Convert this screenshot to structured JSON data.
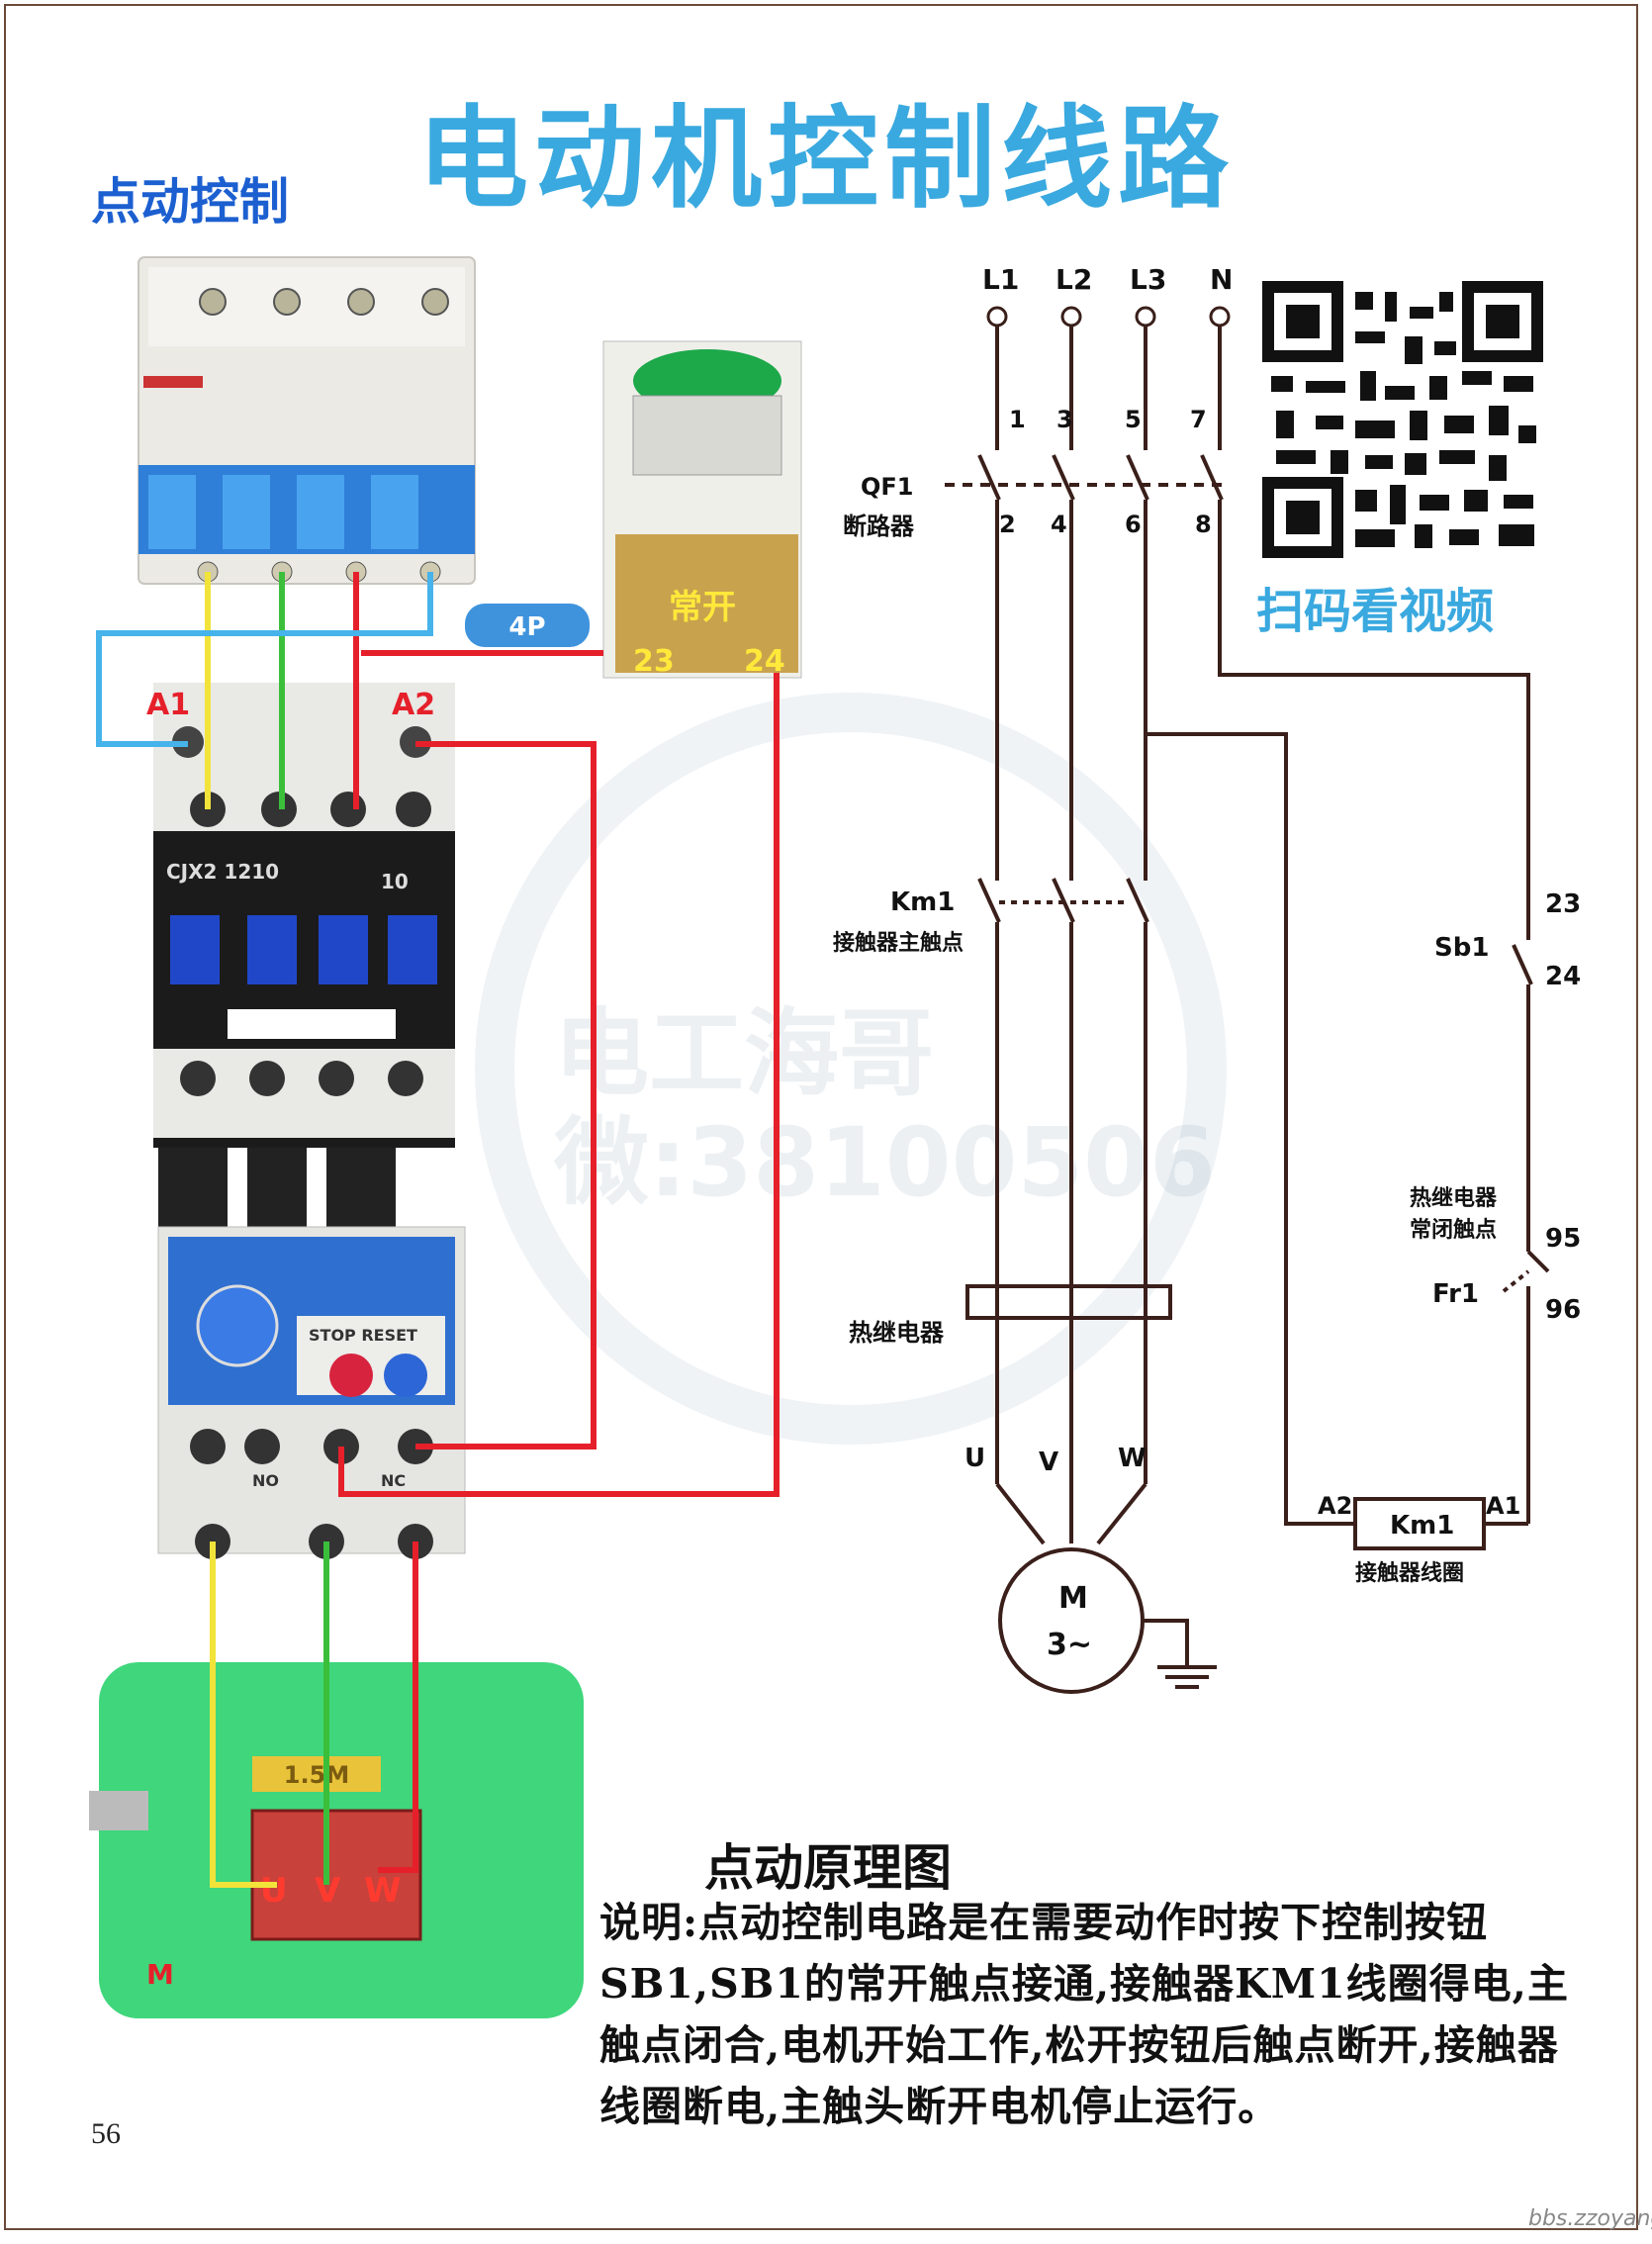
{
  "title": "电动机控制线路",
  "subtitle": "点动控制",
  "watermark": {
    "line1": "电工海哥",
    "line2": "微:38100506"
  },
  "qr_caption": "扫码看视频",
  "photo": {
    "breaker_label": "4P",
    "button_label": "常开",
    "button_terminals": [
      "23",
      "24"
    ],
    "coil_terminals": [
      "A1",
      "A2"
    ],
    "motor_terminals": [
      "U",
      "V",
      "W"
    ],
    "motor_label": "M",
    "contactor_model": "CJX2 1210",
    "contactor_aux": "10",
    "relay_buttons": "STOP RESET",
    "relay_no": "NO",
    "relay_nc": "NC",
    "motor_plate": "1.5M"
  },
  "schematic": {
    "phases": [
      "L1",
      "L2",
      "L3",
      "N"
    ],
    "qf_top_numbers": [
      "1",
      "3",
      "5",
      "7"
    ],
    "qf_bottom_numbers": [
      "2",
      "4",
      "6",
      "8"
    ],
    "qf_label": "QF1",
    "qf_name": "断路器",
    "km_label": "Km1",
    "km_name": "接触器主触点",
    "relay_name": "热继电器",
    "outputs": [
      "U",
      "V",
      "W"
    ],
    "motor": {
      "label": "M",
      "sub": "3~"
    },
    "sb_label": "Sb1",
    "sb_terminals": [
      "23",
      "24"
    ],
    "fr_caption_line1": "热继电器",
    "fr_caption_line2": "常闭触点",
    "fr_label": "Fr1",
    "fr_terminals": [
      "95",
      "96"
    ],
    "coil": {
      "label": "Km1",
      "left": "A2",
      "right": "A1",
      "name": "接触器线圈"
    }
  },
  "explain_title": "点动原理图",
  "explain_text": "说明:点动控制电路是在需要动作时按下控制按钮SB1,SB1的常开触点接通,接触器KM1线圈得电,主触点闭合,电机开始工作,松开按钮后触点断开,接触器线圈断电,主触头断开电机停止运行。",
  "page_number": "56",
  "footer": "bbs.zzoyang.org",
  "colors": {
    "title": "#3aa9df",
    "subtitle": "#1c5fd0",
    "wire_yellow": "#f2e33a",
    "wire_green": "#3bbf3b",
    "wire_red": "#e5202a",
    "wire_blue": "#46b3ea",
    "component_blue": "#1f5fd0"
  }
}
